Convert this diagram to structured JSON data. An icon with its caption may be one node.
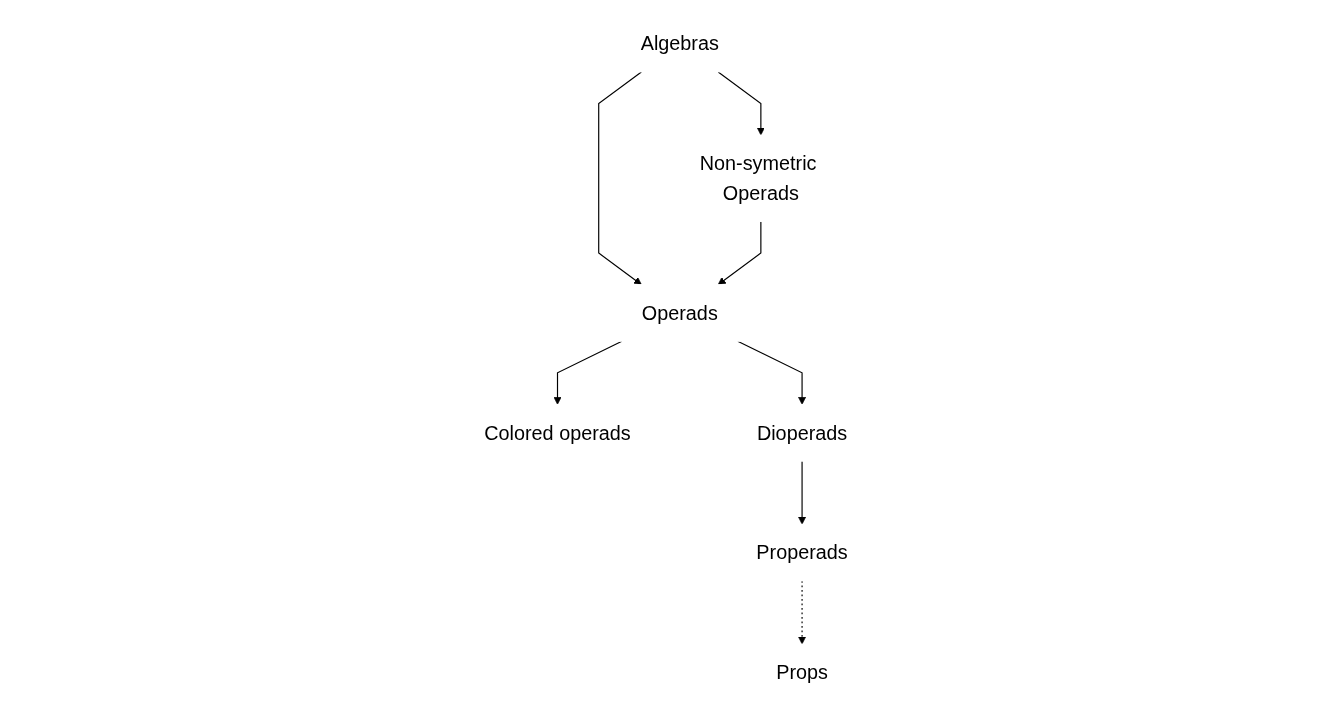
{
  "diagram": {
    "nodes": [
      {
        "text": [
          "Algebras"
        ]
      },
      {
        "text": [
          "Non-symetric Operads"
        ]
      },
      {
        "text": [
          "Operads"
        ]
      },
      {
        "text": [
          "Colored operads"
        ]
      },
      {
        "text": [
          "Dioperads"
        ]
      },
      {
        "text": [
          "Properads"
        ]
      },
      {
        "text": [
          "Props"
        ]
      }
    ],
    "edges": [
      {
        "from": 0,
        "to": 1,
        "arrow": "to"
      },
      {
        "from": 0,
        "to": 2,
        "arrow": "to"
      },
      {
        "from": 1,
        "to": 2,
        "arrow": "to"
      },
      {
        "from": 2,
        "to": 3,
        "arrow": "to"
      },
      {
        "from": 2,
        "to": 4,
        "arrow": "to"
      },
      {
        "from": 4,
        "to": 5,
        "arrow": "to"
      },
      {
        "from": 5,
        "to": 6,
        "arrow": "to",
        "style": "dashed"
      }
    ]
  }
}
